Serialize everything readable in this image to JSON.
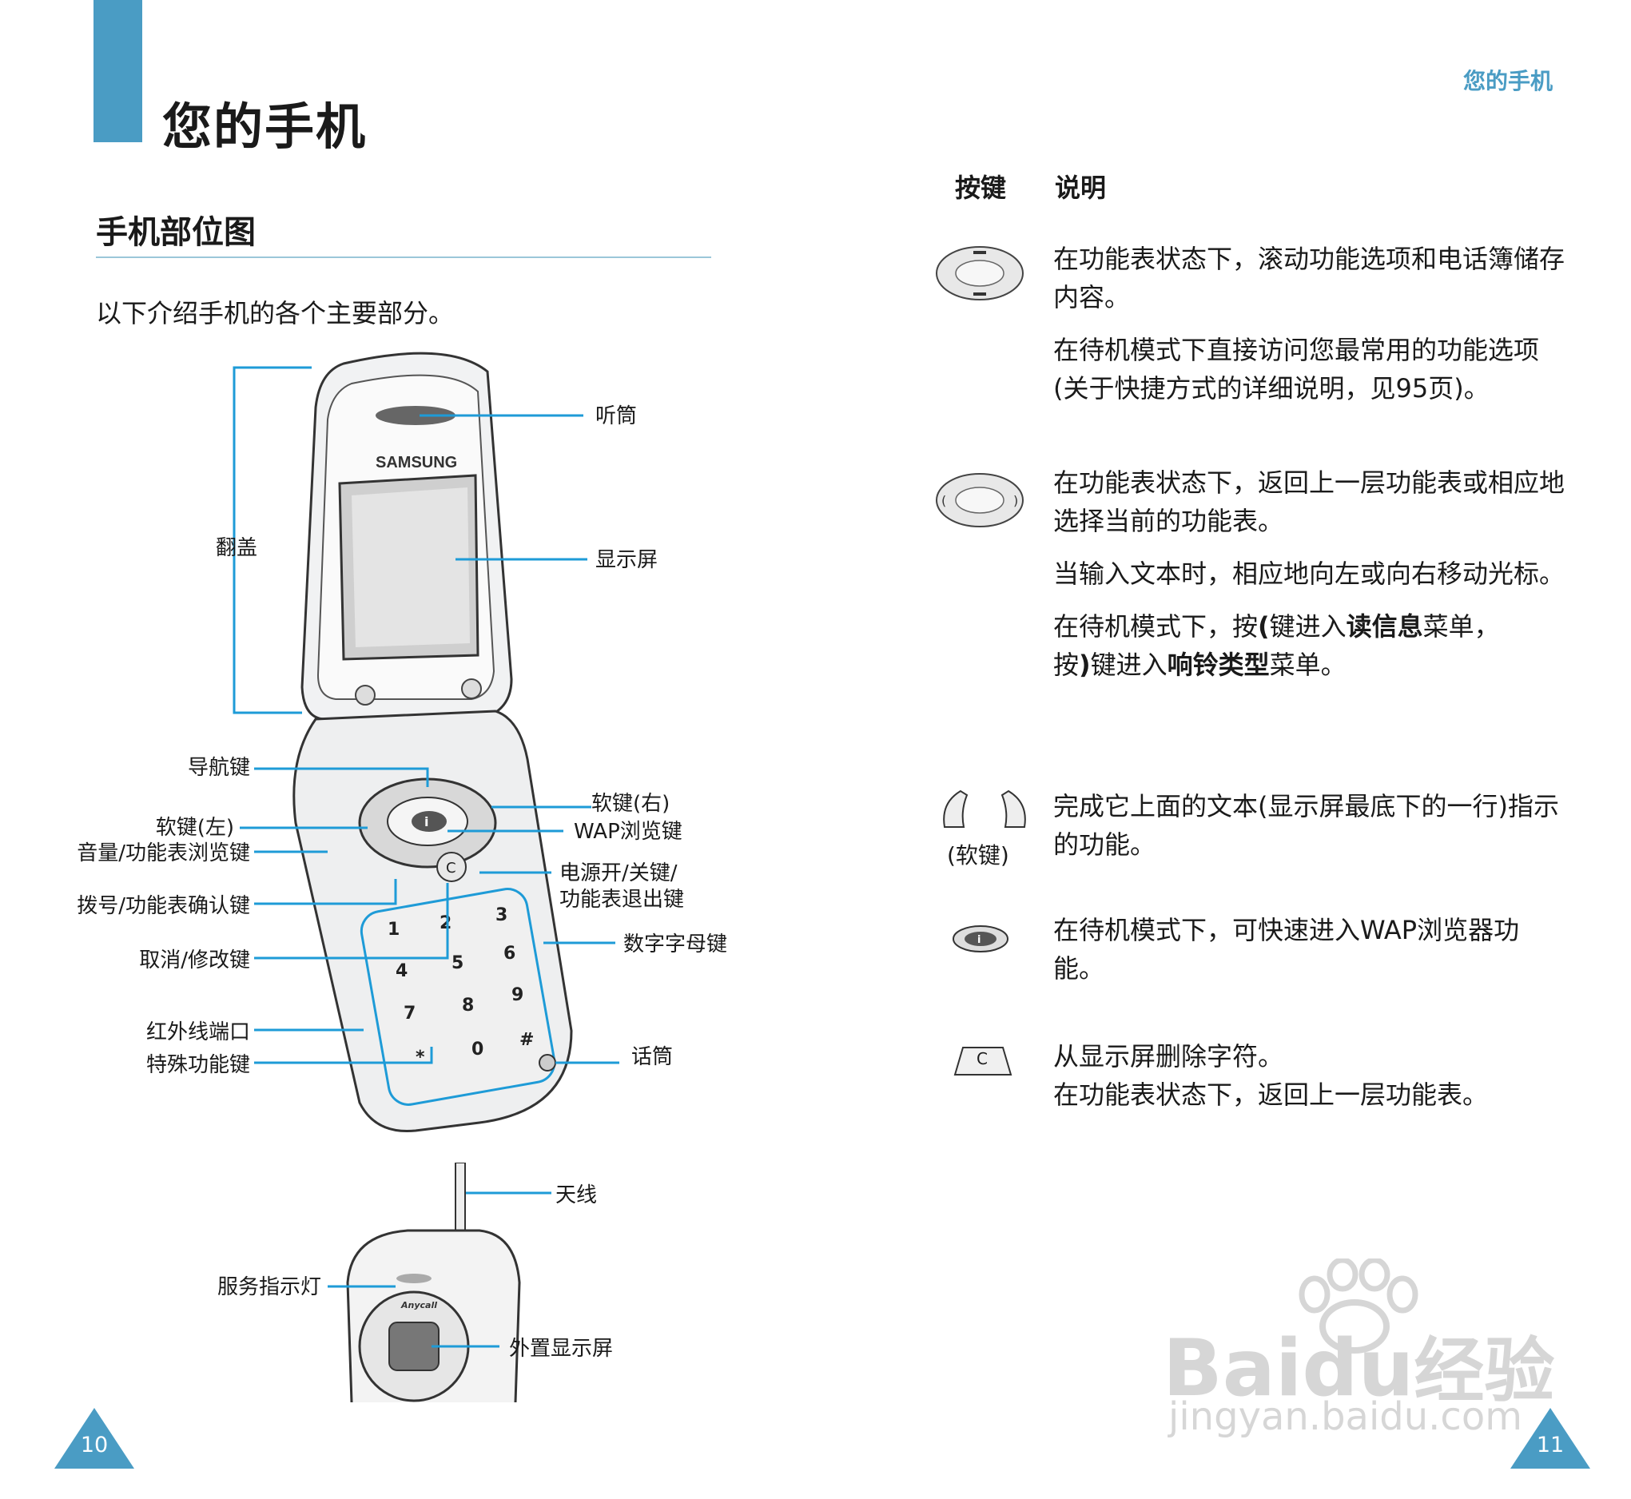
{
  "left": {
    "title": "您的手机",
    "section_title": "手机部位图",
    "intro": "以下介绍手机的各个主要部分。",
    "phone_labels": {
      "flip": "翻盖",
      "earpiece": "听筒",
      "display": "显示屏",
      "nav_key": "导航键",
      "soft_left": "软键(左)",
      "volume": "音量/功能表浏览键",
      "dial": "拨号/功能表确认键",
      "cancel": "取消/修改键",
      "ir_port": "红外线端口",
      "special": "特殊功能键",
      "soft_right": "软键(右)",
      "wap": "WAP浏览键",
      "power_1": "电源开/关键/",
      "power_2": "功能表退出键",
      "alnum": "数字字母键",
      "mic": "话筒",
      "brand": "SAMSUNG"
    },
    "closed_labels": {
      "antenna": "天线",
      "service_light": "服务指示灯",
      "external_display": "外置显示屏",
      "brand": "Anycall"
    },
    "page_number": "10"
  },
  "right": {
    "running_header": "您的手机",
    "col_key": "按键",
    "col_desc": "说明",
    "rows": {
      "nav_vertical": {
        "lines": [
          "在功能表状态下，滚动功能选项和电话簿储存内容。",
          "在待机模式下直接访问您最常用的功能选项(关于快捷方式的详细说明，见95页)。"
        ]
      },
      "nav_horizontal": {
        "line1": "在功能表状态下，返回上一层功能表或相应地选择当前的功能表。",
        "line2": "当输入文本时，相应地向左或向右移动光标。",
        "line3_a": "在待机模式下，按",
        "line3_key": "(",
        "line3_b": "键进入",
        "line3_bold": "读信息",
        "line3_c": "菜单，",
        "line4_a": "按",
        "line4_key": ")",
        "line4_b": "键进入",
        "line4_bold": "响铃类型",
        "line4_c": "菜单。"
      },
      "soft_keys": {
        "caption": "(软键)",
        "text": "完成它上面的文本(显示屏最底下的一行)指示的功能。"
      },
      "wap_key": {
        "text": "在待机模式下，可快速进入WAP浏览器功能。"
      },
      "c_key": {
        "key_glyph": "C",
        "line1": "从显示屏删除字符。",
        "line2": "在功能表状态下，返回上一层功能表。"
      }
    },
    "page_number": "11"
  },
  "watermark": {
    "brand": "Bai",
    "brand2": "du",
    "cn": "经验",
    "url": "jingyan.baidu.com"
  },
  "colors": {
    "accent": "#4a9cc4",
    "leader": "#1e9bd7"
  }
}
